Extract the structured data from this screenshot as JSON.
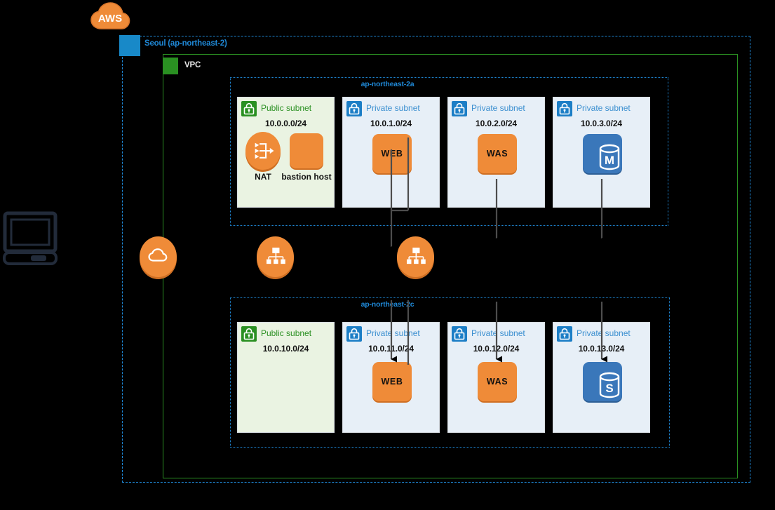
{
  "logo": {
    "name": "AWS",
    "text": "AWS"
  },
  "client": {
    "icon": "desktop-computer-icon"
  },
  "region": {
    "label": "Seoul (ap-northeast-2)",
    "tag_icon": "region-tag-icon",
    "color": "#1f88d6"
  },
  "vpc": {
    "label": "VPC",
    "tag_icon": "vpc-tag-icon",
    "color": "#2a9022"
  },
  "gateway": {
    "label": "",
    "icon": "internet-gateway-cloud-icon"
  },
  "load_balancers": [
    {
      "name": "web-load-balancer",
      "icon": "load-balancer-icon"
    },
    {
      "name": "was-load-balancer",
      "icon": "load-balancer-icon"
    }
  ],
  "availability_zones": [
    {
      "id": "az-a",
      "label": "ap-northeast-2a",
      "subnets": [
        {
          "id": "subnet-public-a",
          "type": "Public subnet",
          "kind": "public",
          "cidr": "10.0.0.0/24",
          "lock_icon": "lock-icon",
          "resources": [
            {
              "name": "nat-gateway",
              "label": "NAT",
              "icon": "nat-gateway-icon",
              "kind": "circle"
            },
            {
              "name": "bastion-host",
              "label": "bastion host",
              "icon": "ec2-instance-icon",
              "kind": "square"
            }
          ]
        },
        {
          "id": "subnet-private-a1",
          "type": "Private subnet",
          "kind": "private",
          "cidr": "10.0.1.0/24",
          "lock_icon": "lock-icon",
          "resources": [
            {
              "name": "web-instance",
              "label": "WEB",
              "icon": "ec2-instance-icon",
              "kind": "square"
            }
          ]
        },
        {
          "id": "subnet-private-a2",
          "type": "Private subnet",
          "kind": "private",
          "cidr": "10.0.2.0/24",
          "lock_icon": "lock-icon",
          "resources": [
            {
              "name": "was-instance",
              "label": "WAS",
              "icon": "ec2-instance-icon",
              "kind": "square"
            }
          ]
        },
        {
          "id": "subnet-private-a3",
          "type": "Private subnet",
          "kind": "private",
          "cidr": "10.0.3.0/24",
          "lock_icon": "lock-icon",
          "resources": [
            {
              "name": "rds-master",
              "label": "M",
              "icon": "rds-database-icon",
              "kind": "db"
            }
          ]
        }
      ]
    },
    {
      "id": "az-c",
      "label": "ap-northeast-2c",
      "subnets": [
        {
          "id": "subnet-public-c",
          "type": "Public subnet",
          "kind": "public",
          "cidr": "10.0.10.0/24",
          "lock_icon": "lock-icon",
          "resources": []
        },
        {
          "id": "subnet-private-c1",
          "type": "Private subnet",
          "kind": "private",
          "cidr": "10.0.11.0/24",
          "lock_icon": "lock-icon",
          "resources": [
            {
              "name": "web-instance",
              "label": "WEB",
              "icon": "ec2-instance-icon",
              "kind": "square"
            }
          ]
        },
        {
          "id": "subnet-private-c2",
          "type": "Private subnet",
          "kind": "private",
          "cidr": "10.0.12.0/24",
          "lock_icon": "lock-icon",
          "resources": [
            {
              "name": "was-instance",
              "label": "WAS",
              "icon": "ec2-instance-icon",
              "kind": "square"
            }
          ]
        },
        {
          "id": "subnet-private-c3",
          "type": "Private subnet",
          "kind": "private",
          "cidr": "10.0.13.0/24",
          "lock_icon": "lock-icon",
          "resources": [
            {
              "name": "rds-standby",
              "label": "S",
              "icon": "rds-database-icon",
              "kind": "db"
            }
          ]
        }
      ]
    }
  ],
  "colors": {
    "background": "#000000",
    "aws_orange": "#ef8b38",
    "region_blue": "#1f88d6",
    "vpc_green": "#2a9022",
    "subnet_public_fill": "#eaf3e2",
    "subnet_private_fill": "#e7eff7",
    "db_blue": "#3a77ba",
    "connector_gray": "#4d4d4d"
  }
}
